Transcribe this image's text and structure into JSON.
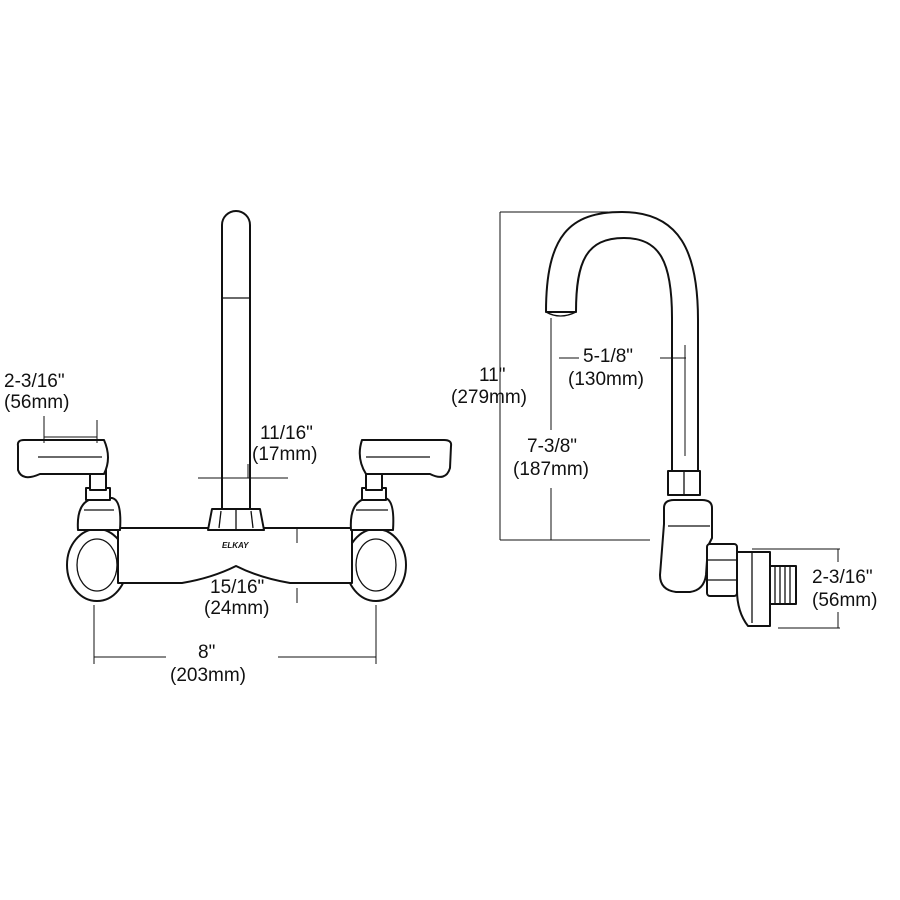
{
  "brand_mark": "ELKAY",
  "front_view": {
    "handle_spacing": {
      "imperial": "2-3/16\"",
      "metric": "(56mm)"
    },
    "spout_diameter": {
      "imperial": "11/16\"",
      "metric": "(17mm)"
    },
    "body_height": {
      "imperial": "15/16\"",
      "metric": "(24mm)"
    },
    "centers": {
      "imperial": "8\"",
      "metric": "(203mm)"
    }
  },
  "side_view": {
    "overall_height": {
      "imperial": "11\"",
      "metric": "(279mm)"
    },
    "spout_reach": {
      "imperial": "5-1/8\"",
      "metric": "(130mm)"
    },
    "spout_clearance": {
      "imperial": "7-3/8\"",
      "metric": "(187mm)"
    },
    "inlet_projection": {
      "imperial": "2-3/16\"",
      "metric": "(56mm)"
    }
  },
  "colors": {
    "line": "#111111",
    "background": "#ffffff"
  }
}
